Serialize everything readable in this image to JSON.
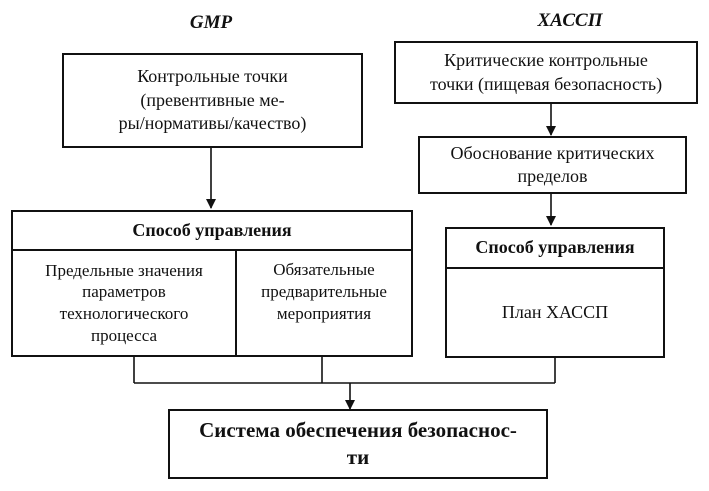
{
  "headings": {
    "gmp": "GMP",
    "haccp": "ХАССП"
  },
  "gmp": {
    "control_points": "Контрольные точки\n(превентивные ме-\nры/нормативы/качество)",
    "control_method_title": "Способ управления",
    "limits": "Предельные значения\nпараметров\nтехнологического\nпроцесса",
    "measures": "Обязательные\nпредварительные\nмероприятия"
  },
  "haccp": {
    "critical_points": "Критические контрольные\nточки (пищевая безопасность)",
    "critical_limits": "Обоснование критических\nпределов",
    "control_method_title": "Способ управления",
    "plan": "План ХАССП"
  },
  "result": {
    "system": "Система обеспечения безопаснос-\nти"
  }
}
